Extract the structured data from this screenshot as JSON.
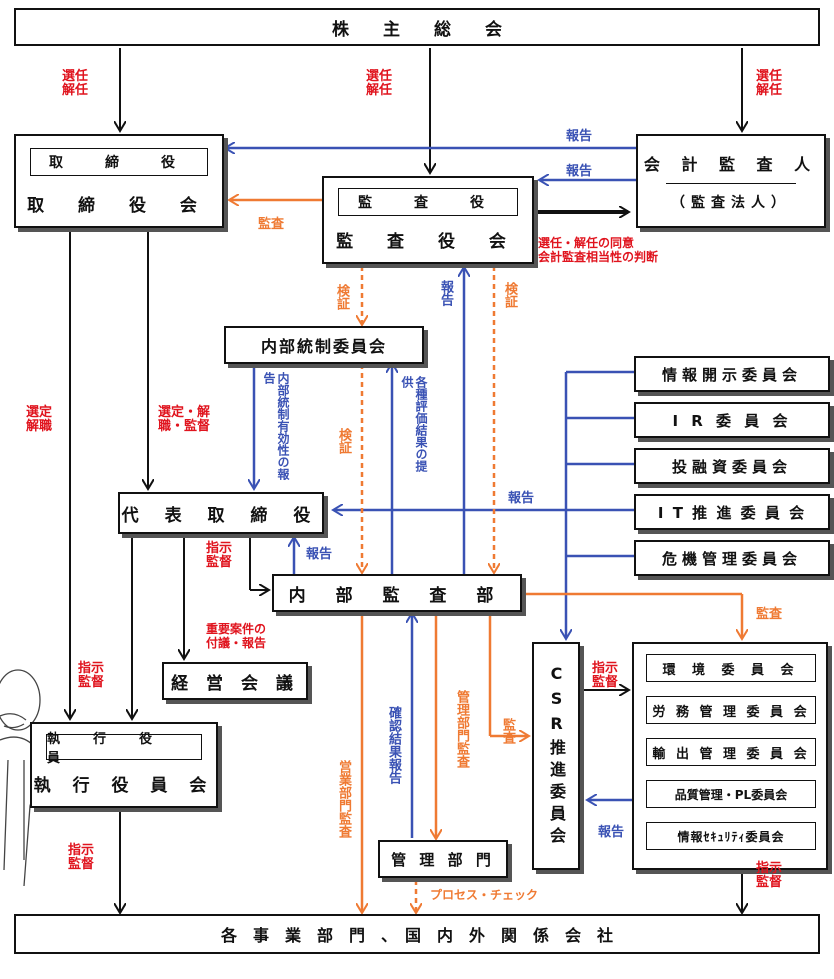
{
  "nodes": {
    "shareholders": "株　　主　　総　　会",
    "board_inner": "取　締　役",
    "board": "取 締 役 会",
    "auditor_inner": "監　査　役",
    "auditor": "監 査 役 会",
    "accounting_auditor": "会 計 監 査 人",
    "accounting_firm": "（監査法人）",
    "internal_control": "内部統制委員会",
    "disclosure": "情報開示委員会",
    "ir": "I R 委 員 会",
    "investment": "投融資委員会",
    "it": "I T 推 進 委 員 会",
    "crisis": "危機管理委員会",
    "ceo": "代 表 取 締 役",
    "internal_audit": "内 部 監 査 部",
    "management_meeting": "経 営 会 議",
    "csr": "CSR推進委員会",
    "environment": "環 境 委 員 会",
    "labor": "労 務 管 理 委 員 会",
    "export": "輸 出 管 理 委 員 会",
    "quality": "品質管理・PL委員会",
    "infosec": "情報ｾｷｭﾘﾃｨ委員会",
    "exec_inner": "執　行　役　員",
    "exec": "執 行 役 員 会",
    "admin": "管 理 部 門",
    "business_units": "各　事　業　部　門　、　国　内　外　関　係　会　社"
  },
  "labels": {
    "elect1": "選任\n解任",
    "elect2": "選任\n解任",
    "elect3": "選任\n解任",
    "report_acc_board": "報告",
    "report_acc_aud": "報告",
    "audit_board": "監査",
    "consent": "選任・解任の同意\n会計監査相当性の判断",
    "verify1": "検証",
    "report_ic_aud": "報告",
    "verify2": "検証",
    "elect_exec": "選定\n解職",
    "elect_ceo": "選定・解\n職・監督",
    "ic_ceo": "内部統制有効性の報告",
    "verify3": "検証",
    "provide": "各種評価結果の提供",
    "report_comm": "報告",
    "direct_ia": "指示\n監督",
    "report_ia": "報告",
    "audit_csr": "監査",
    "mm": "重要案件の\n付議・報告",
    "direct_exec": "指示\n監督",
    "direct_csr": "指示\n監督",
    "confirm": "確認結果報告",
    "mgmt_audit": "管理部門監査",
    "audit_csr2": "監査",
    "report_csr": "報告",
    "sales_audit": "営業部門監査",
    "direct_bu": "指示\n監督",
    "process_check": "プロセス・チェック",
    "direct_bu2": "指示\n監督"
  },
  "colors": {
    "blue": "#3a52b4",
    "orange": "#ef7a33",
    "red": "#e0141e",
    "black": "#111111"
  }
}
